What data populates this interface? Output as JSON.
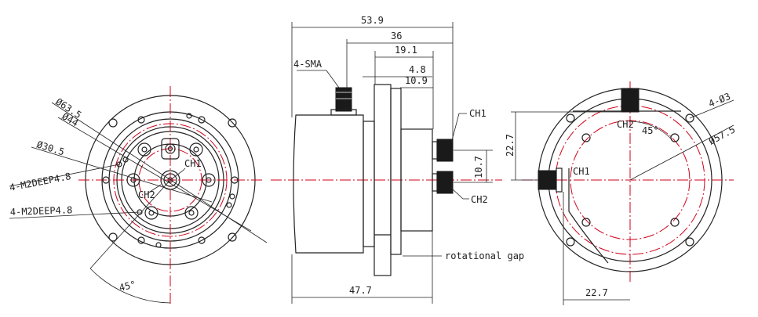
{
  "colors": {
    "line": "#222222",
    "centerline": "#d0021b",
    "background": "#ffffff"
  },
  "front_view": {
    "dia_outer": "Ø63.5",
    "dia_44": "Ø44",
    "dia_30": "Ø30.5",
    "thread_1": "4-M2DEEP4.8",
    "thread_2": "4-M2DEEP4.8",
    "ch1": "CH1",
    "ch2": "CH2",
    "angle": "45°"
  },
  "side_view": {
    "dim_total": "53.9",
    "dim_36": "36",
    "dim_19": "19.1",
    "dim_4_8": "4.8",
    "dim_10_9": "10.9",
    "dim_10_7": "10.7",
    "dim_47_7": "47.7",
    "sma": "4-SMA",
    "ch1": "CH1",
    "ch2": "CH2",
    "rotational_gap": "rotational gap"
  },
  "rear_view": {
    "holes": "4-Ø3",
    "dia_57": "Ø57.5",
    "dim_22_v": "22.7",
    "dim_22_h": "22.7",
    "angle": "45°",
    "ch1": "CH1",
    "ch2": "CH2"
  }
}
